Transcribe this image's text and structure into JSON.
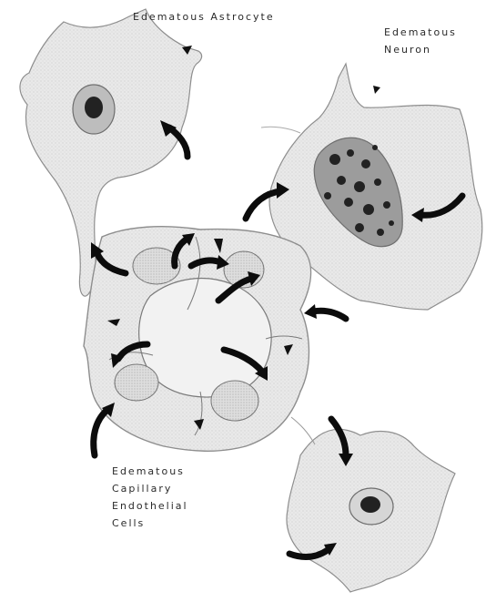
{
  "labels": {
    "astrocyte": "Edematous Astrocyte",
    "neuron": [
      "Edematous",
      "Neuron"
    ],
    "endothelial": [
      "Edematous",
      "Capillary",
      "Endothelial",
      "Cells"
    ]
  },
  "colors": {
    "cell_fill": "#e9e9e9",
    "cell_stroke": "#8e8e8e",
    "nucleus_fill": "#9c9c9c",
    "chromatin": "#222222",
    "arrow": "#0c0c0c"
  }
}
